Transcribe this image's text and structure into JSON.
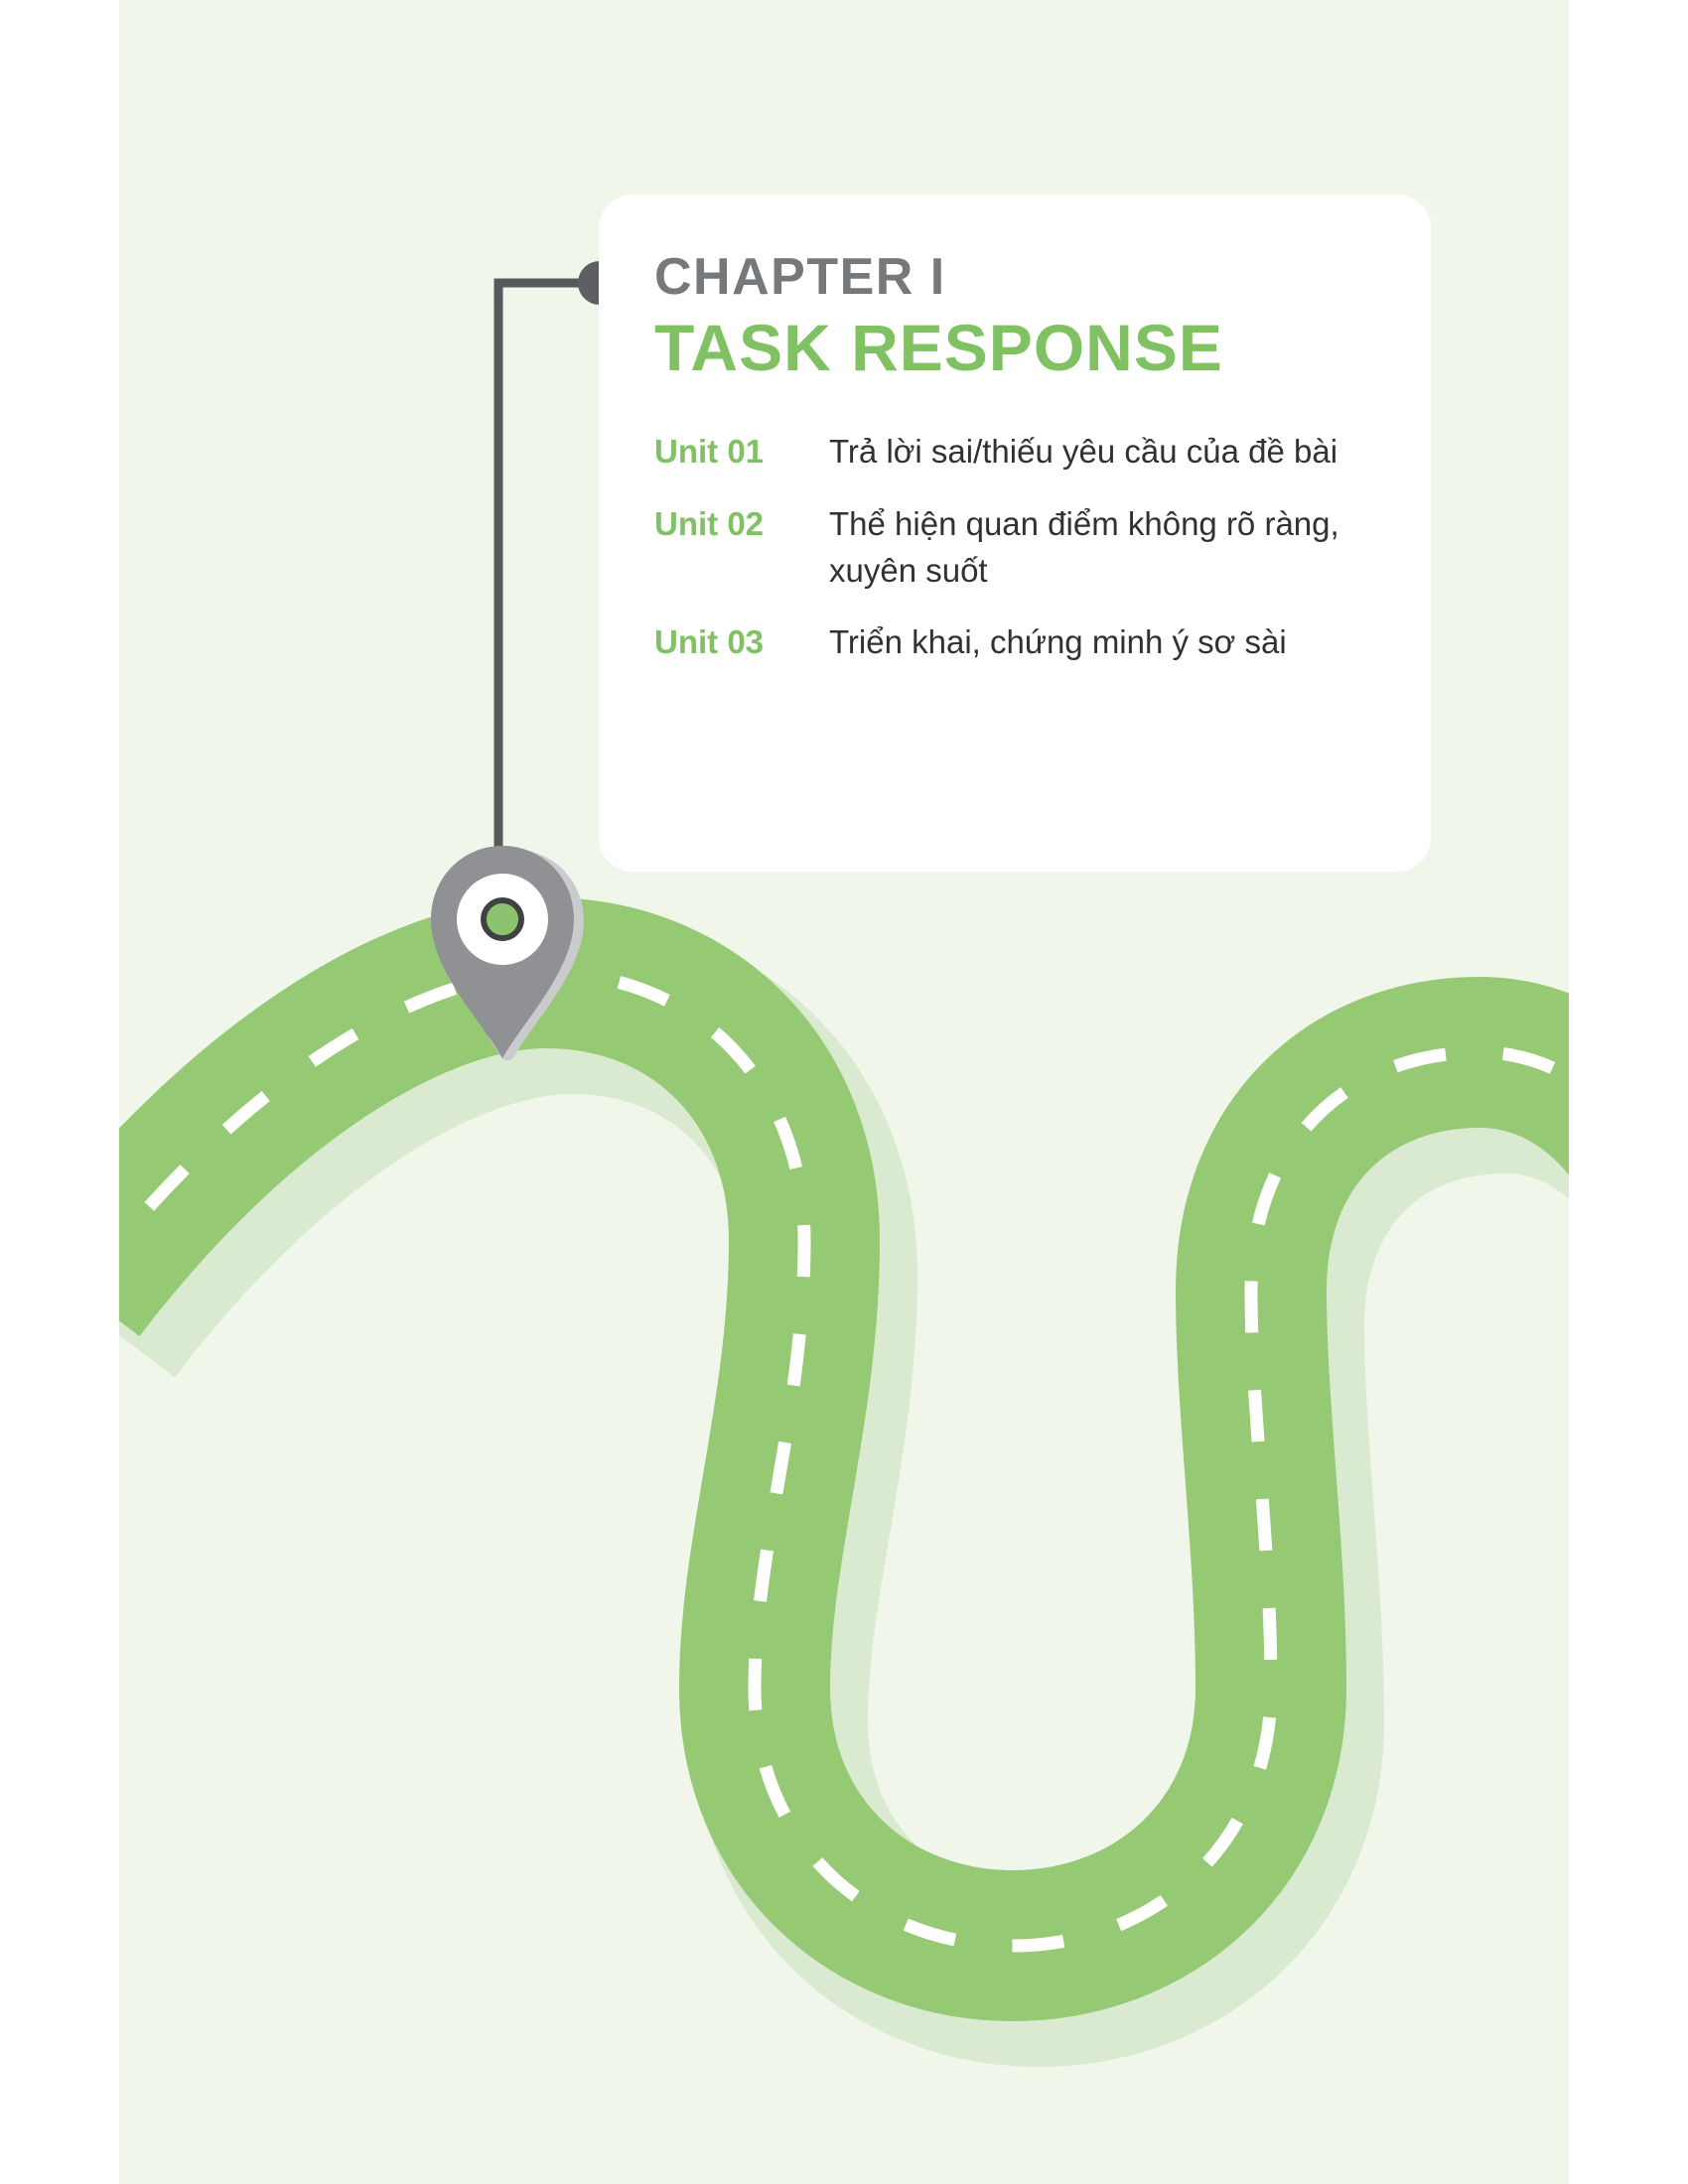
{
  "page": {
    "background_color": "#ffffff",
    "panel_color": "#f0f6ea"
  },
  "card": {
    "background_color": "#ffffff",
    "kicker": "CHAPTER I",
    "title": "TASK RESPONSE",
    "title_color": "#80c163",
    "kicker_color": "#76797c",
    "units": [
      {
        "label": "Unit 01",
        "text": "Trả lời sai/thiếu yêu cầu của đề bài"
      },
      {
        "label": "Unit 02",
        "text": "Thể hiện quan điểm không rõ ràng, xuyên suốt"
      },
      {
        "label": "Unit 03",
        "text": "Triển khai, chứng minh ý sơ sài"
      }
    ]
  },
  "connector": {
    "line_color": "#58595b",
    "dot_color": "#5d5f62"
  },
  "map_pin": {
    "body_color": "#8f9194",
    "shadow_color": "#c9cbcd",
    "inner_circle_color": "#ffffff",
    "center_dot_color": "#8cc36f",
    "center_ring_color": "#3f4144"
  },
  "road": {
    "surface_color": "#96c973",
    "inner_shade_color": "#aed493",
    "dash_color": "#ffffff"
  }
}
